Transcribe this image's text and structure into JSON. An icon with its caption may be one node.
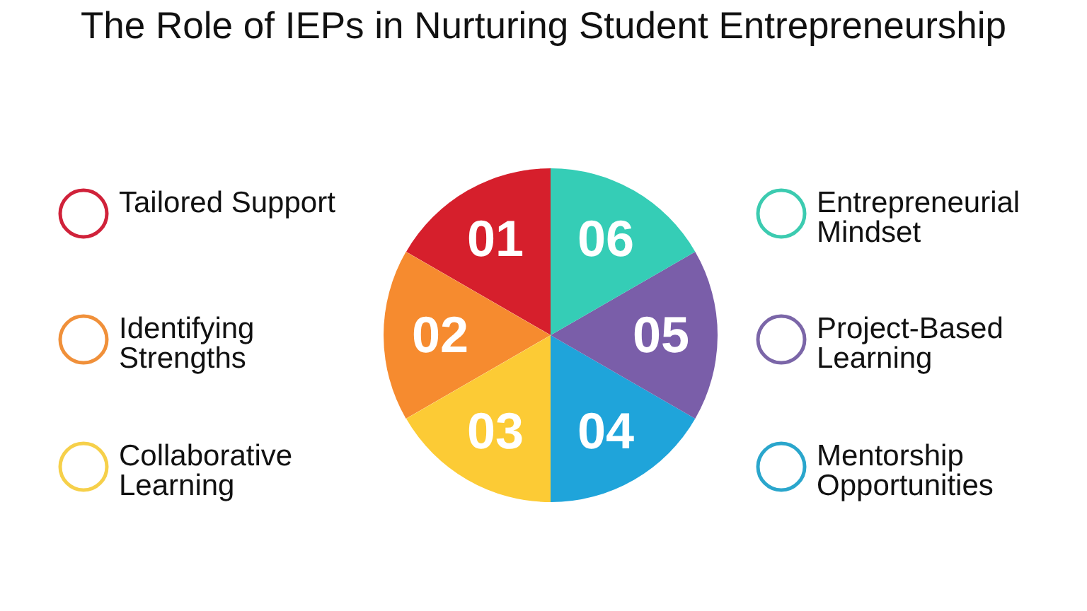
{
  "diagram": {
    "title": "The Role of IEPs in Nurturing Student Entrepreneurship",
    "nodes": [
      {
        "text": [
          "01"
        ]
      },
      {
        "text": [
          "02"
        ]
      },
      {
        "text": [
          "03"
        ]
      },
      {
        "text": [
          "04"
        ]
      },
      {
        "text": [
          "05"
        ]
      },
      {
        "text": [
          "06"
        ]
      }
    ],
    "legend": [
      {
        "text": "Tailored Support",
        "color": "#d0223a"
      },
      {
        "text": "Identifying Strengths",
        "color": "#f0903a"
      },
      {
        "text": "Collaborative Learning",
        "color": "#f6d04a"
      },
      {
        "text": "Entrepreneurial Mindset",
        "color": "#3ccbb0"
      },
      {
        "text": "Project-Based Learning",
        "color": "#7b66a8"
      },
      {
        "text": "Mentorship Opportunities",
        "color": "#2aa6cc"
      }
    ]
  }
}
